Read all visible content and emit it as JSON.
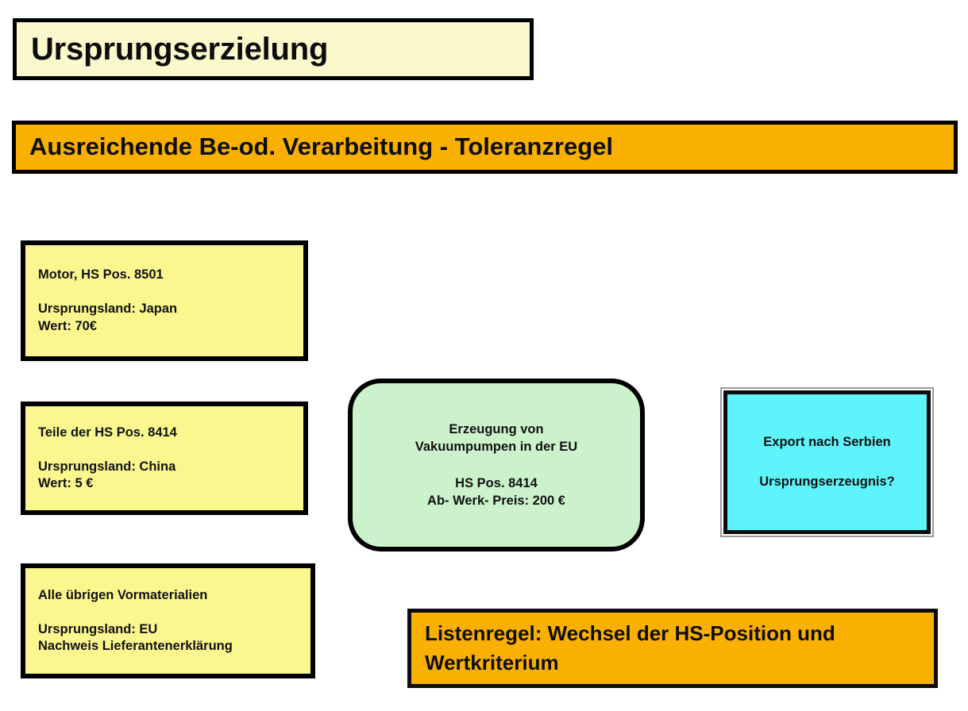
{
  "slide": {
    "title": "Ursprungserzielung",
    "heading_bar": "Ausreichende Be-od. Verarbeitung - Toleranzregel"
  },
  "materials": [
    {
      "id": "motor",
      "name_line": "Motor, HS Pos. 8501",
      "origin_line": "Ursprungsland: Japan",
      "value_line": "Wert: 70€"
    },
    {
      "id": "teile",
      "name_line": "Teile der HS Pos. 8414",
      "origin_line": "Ursprungsland: China",
      "value_line": "Wert: 5 €"
    },
    {
      "id": "uebrige",
      "name_line": "Alle übrigen Vormaterialien",
      "origin_line": "Ursprungsland: EU",
      "value_line": "Nachweis Lieferantenerklärung"
    }
  ],
  "production": {
    "line1": "Erzeugung von",
    "line2": "Vakuumpumpen in der EU",
    "line3": "HS Pos. 8414",
    "line4": "Ab- Werk- Preis: 200 €"
  },
  "export": {
    "line1": "Export nach Serbien",
    "line2": "Ursprungserzeugnis?"
  },
  "rule": {
    "line1": "Listenregel: Wechsel der HS-Position und",
    "line2": "Wertkriterium"
  },
  "colors": {
    "title_fill": "#fbf8cc",
    "orange_fill": "#f9b000",
    "yellow_fill": "#fbf78f",
    "green_fill": "#ccf2cb",
    "cyan_fill": "#5df4fb",
    "outline": "#000000",
    "text": "#111111",
    "background": "#ffffff"
  }
}
